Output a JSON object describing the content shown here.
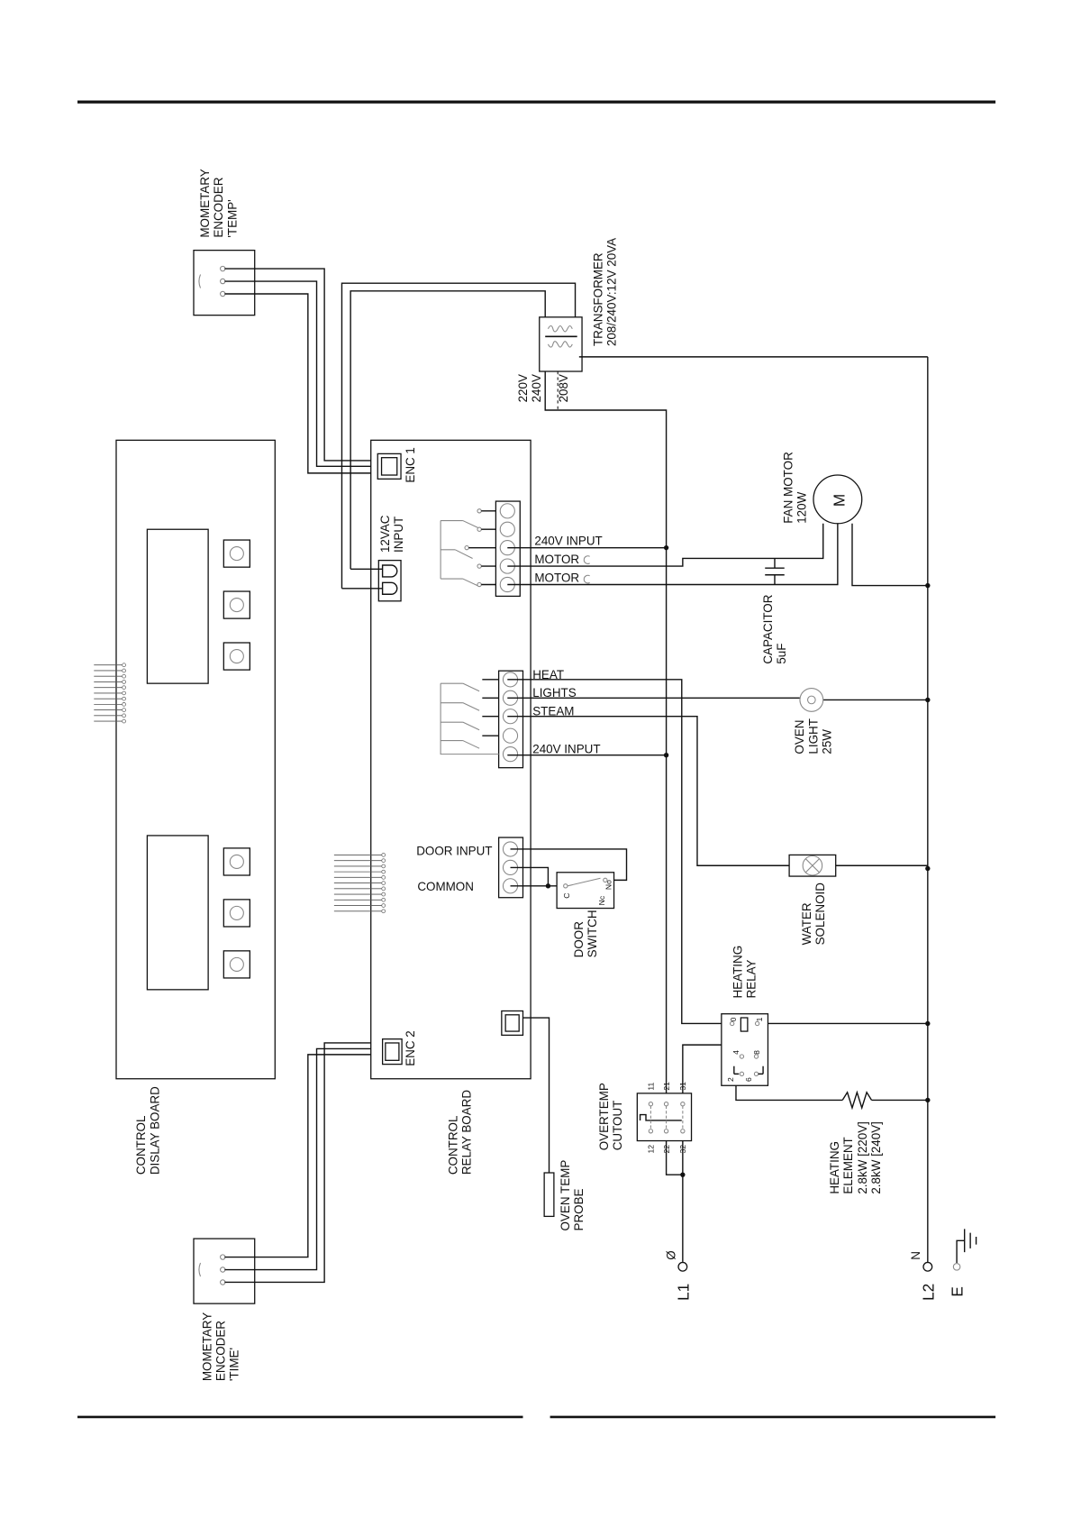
{
  "encoder_temp": {
    "l1": "MOMETARY",
    "l2": "ENCODER",
    "l3": "'TEMP'"
  },
  "encoder_time": {
    "l1": "MOMETARY",
    "l2": "ENCODER",
    "l3": "'TIME'"
  },
  "transformer": {
    "l1": "TRANSFORMER",
    "l2": "208/240V:12V 20VA",
    "tap1": "220V",
    "tap2": "240V",
    "tap3": "208V"
  },
  "display_board": {
    "l1": "CONTROL",
    "l2": "DISLAY BOARD"
  },
  "relay_board": {
    "l1": "CONTROL",
    "l2": "RELAY BOARD",
    "enc1": "ENC 1",
    "enc2": "ENC 2",
    "vac_l1": "12VAC",
    "vac_l2": "INPUT",
    "conn1": [
      "240V INPUT",
      "MOTOR",
      "MOTOR"
    ],
    "conn2": [
      "HEAT",
      "LIGHTS",
      "STEAM",
      "240V INPUT"
    ],
    "door_input": "DOOR INPUT",
    "common": "COMMON"
  },
  "fan_motor": {
    "l1": "FAN MOTOR",
    "l2": "120W",
    "symbol": "M"
  },
  "capacitor": {
    "l1": "CAPACITOR",
    "l2": "5uF"
  },
  "oven_light": {
    "l1": "OVEN",
    "l2": "LIGHT",
    "l3": "25W"
  },
  "water_solenoid": {
    "l1": "WATER",
    "l2": "SOLENOID"
  },
  "door_switch": {
    "l1": "DOOR",
    "l2": "SWITCH",
    "c": "C",
    "nc": "Nc",
    "no": "No"
  },
  "heating_relay": {
    "l1": "HEATING",
    "l2": "RELAY",
    "pins": [
      "0",
      "1",
      "4",
      "8",
      "2",
      "6"
    ]
  },
  "overtemp": {
    "l1": "OVERTEMP",
    "l2": "CUTOUT",
    "pins_top": [
      "11",
      "21",
      "31"
    ],
    "pins_bottom": [
      "12",
      "22",
      "32"
    ]
  },
  "heating_element": {
    "l1": "HEATING",
    "l2": "ELEMENT",
    "l3": "2.8kW [220V]",
    "l4": "2.8kW [240V]"
  },
  "probe": {
    "l1": "OVEN TEMP",
    "l2": "PROBE"
  },
  "supply": {
    "l1": "L1",
    "l1_mark": "Ø",
    "l2": "L2",
    "l2_mark": "N",
    "earth": "E"
  }
}
